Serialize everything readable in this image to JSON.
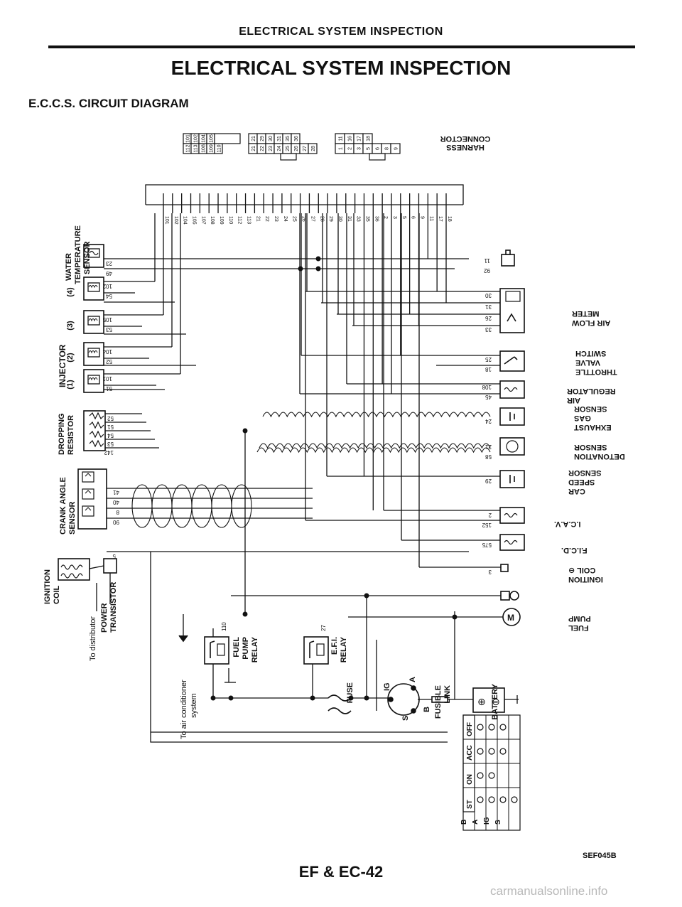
{
  "header": {
    "running_title": "ELECTRICAL SYSTEM INSPECTION",
    "main_title": "ELECTRICAL SYSTEM INSPECTION",
    "section_title": "E.C.C.S. CIRCUIT DIAGRAM"
  },
  "harness": {
    "label_line1": "HARNESS",
    "label_line2": "CONNECTOR",
    "connector_a_top": [
      "101",
      "102",
      "104",
      "105"
    ],
    "connector_a_bottom": [
      "112",
      "113",
      "108",
      "109",
      "110"
    ],
    "connector_b_top": [
      "21",
      "29",
      "30",
      "31",
      "35",
      "36"
    ],
    "connector_b_bottom": [
      "21",
      "22",
      "23",
      "24",
      "25",
      "26",
      "27",
      "28"
    ],
    "connector_c_top": [
      "11",
      "16",
      "17",
      "18"
    ],
    "connector_c_bottom": [
      "1",
      "2",
      "3",
      "5",
      "6",
      "8",
      "9"
    ],
    "pins": [
      "101",
      "102",
      "104",
      "105",
      "107",
      "108",
      "109",
      "110",
      "112",
      "113",
      "21",
      "22",
      "23",
      "24",
      "25",
      "26",
      "27",
      "28",
      "29",
      "30",
      "31",
      "33",
      "35",
      "36",
      "2",
      "3",
      "5",
      "6",
      "9",
      "11",
      "17",
      "18"
    ]
  },
  "left_components": {
    "water_temp_sensor": {
      "label": "WATER TEMPERATURE SENSOR",
      "pins": [
        "23",
        "49"
      ]
    },
    "injector_label": "INJECTOR",
    "injectors": [
      {
        "num": "(4)",
        "pins": [
          "102",
          "54"
        ]
      },
      {
        "num": "(3)",
        "pins": [
          "105",
          "53"
        ]
      },
      {
        "num": "(2)",
        "pins": [
          "104",
          "52"
        ]
      },
      {
        "num": "(1)",
        "pins": [
          "101",
          "51"
        ]
      }
    ],
    "dropping_resistor": {
      "label": "DROPPING RESISTOR",
      "pins": [
        "52",
        "51",
        "54",
        "53",
        "142"
      ]
    },
    "crank_angle_sensor": {
      "label": "CRANK ANGLE SENSOR",
      "pins": [
        "41",
        "40",
        "8",
        "90"
      ]
    },
    "ignition_coil": {
      "label": "IGNITION COIL",
      "pin": "5"
    },
    "power_transistor": {
      "label": "POWER TRANSISTOR"
    },
    "distributor": {
      "label": "To distributor"
    }
  },
  "right_components": {
    "throttle_pin_top": "11",
    "throttle_pin_bottom": "92",
    "air_flow_meter": {
      "label": "AIR FLOW METER",
      "pins": [
        "30",
        "31",
        "26",
        "33"
      ]
    },
    "throttle_valve_switch": {
      "label": "THROTTLE VALVE SWITCH",
      "pins": [
        "25",
        "18"
      ]
    },
    "air_regulator": {
      "label": "AIR REGULATOR",
      "pins": [
        "108",
        "45"
      ]
    },
    "exhaust_gas_sensor": {
      "label": "EXHAUST GAS SENSOR",
      "pin": "24"
    },
    "detonation_sensor": {
      "label": "DETONATION SENSOR",
      "pins": [
        "21",
        "58"
      ]
    },
    "car_speed_sensor": {
      "label": "CAR SPEED SENSOR",
      "pin": "29"
    },
    "icav": {
      "label": "I.C.A.V.",
      "pins": [
        "2",
        "152"
      ]
    },
    "ficd": {
      "label": "F.I.C.D.",
      "pin": "575"
    },
    "ignition_coil_neg": {
      "label": "IGNITION COIL ⊖",
      "pin": "3"
    },
    "fuel_pump": {
      "label": "FUEL PUMP",
      "symbol": "M"
    }
  },
  "bottom_components": {
    "air_conditioner": "To air conditioner system",
    "fuel_pump_relay": {
      "label": "FUEL PUMP RELAY",
      "pin": "110"
    },
    "efi_relay": {
      "label": "E.F.I. RELAY",
      "pin": "27"
    },
    "fuse": "FUSE",
    "fusible_link": "FUSIBLE LINK",
    "battery": "BATTERY",
    "ignition_switch": {
      "terminals": [
        "IG",
        "A",
        "B",
        "S"
      ]
    },
    "switch_table": {
      "columns": [
        "OFF",
        "ACC",
        "ON",
        "ST"
      ],
      "rows": [
        "B",
        "A",
        "IG",
        "S"
      ]
    }
  },
  "footer": {
    "figure_code": "SEF045B",
    "page_number": "EF & EC-42",
    "watermark": "carmanualsonline.info"
  }
}
